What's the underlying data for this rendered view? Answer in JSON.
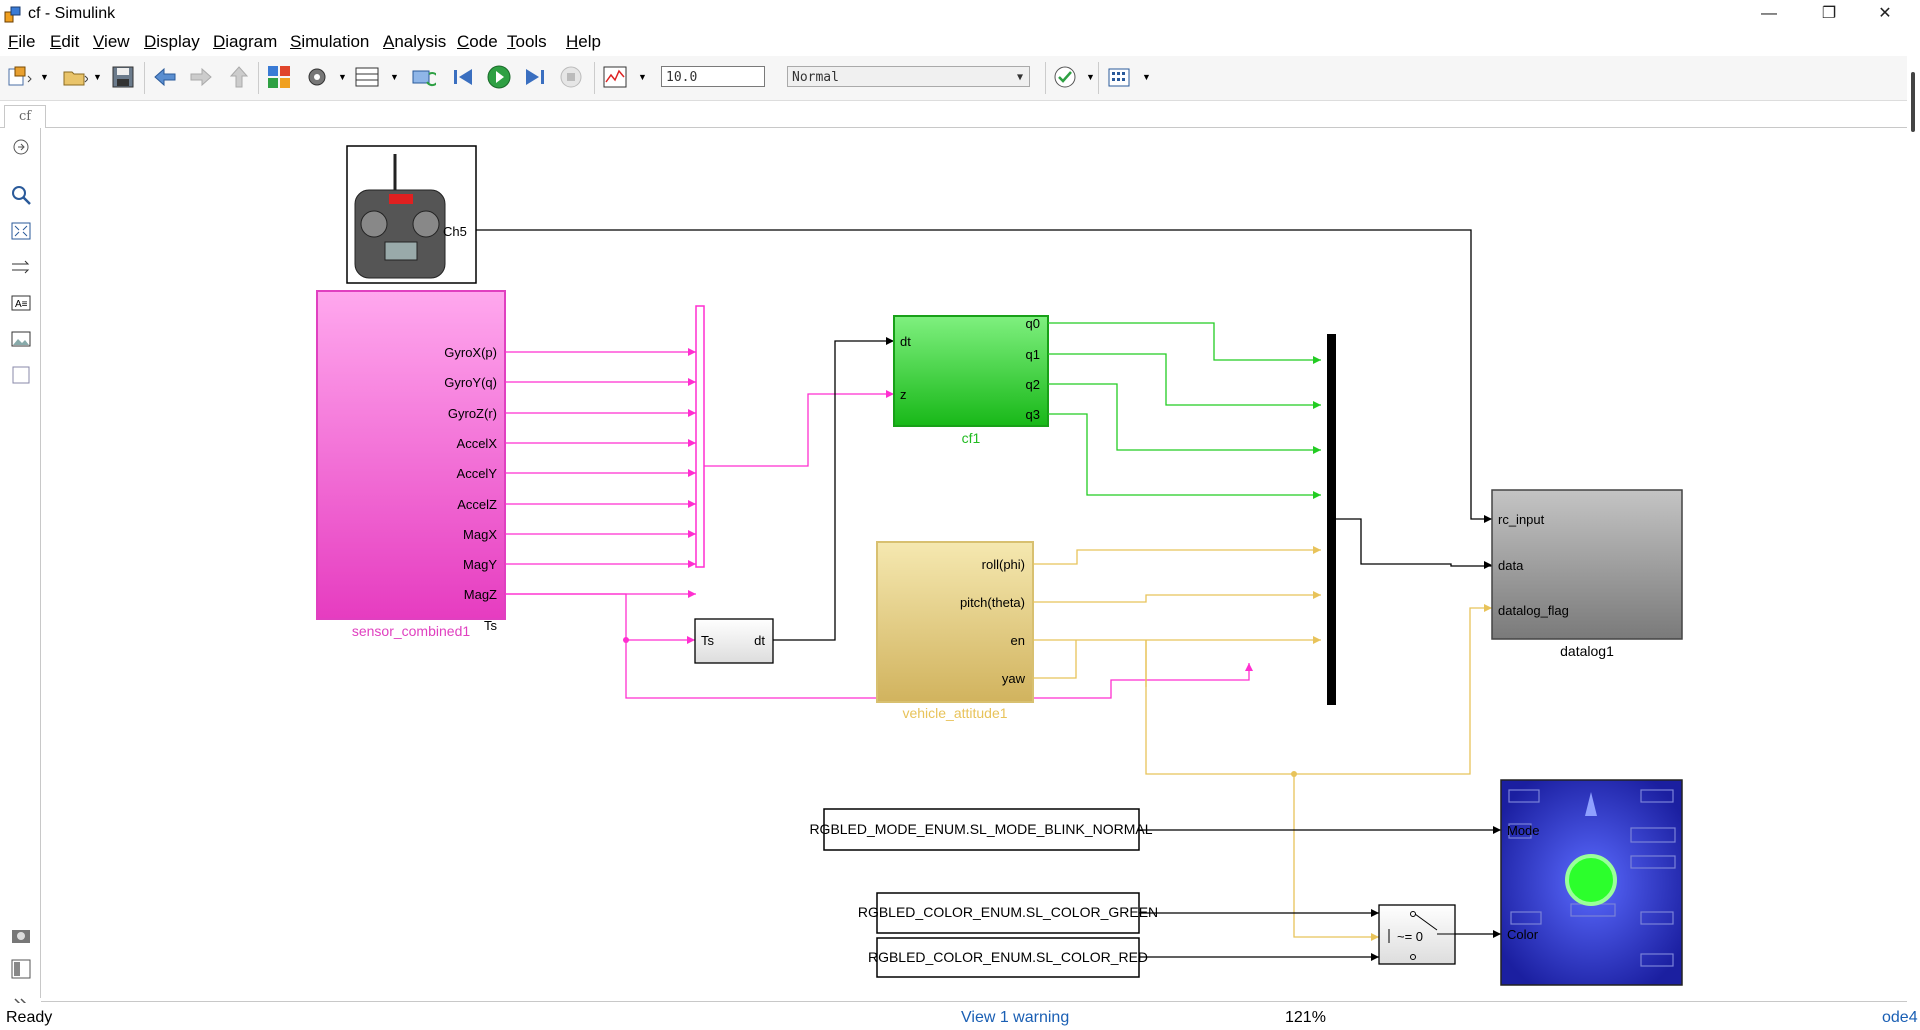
{
  "window": {
    "title": "cf - Simulink",
    "minimize": "—",
    "restore": "❐",
    "close": "✕"
  },
  "menu": [
    {
      "label": "File",
      "u": "F",
      "rest": "ile"
    },
    {
      "label": "Edit",
      "u": "E",
      "rest": "dit"
    },
    {
      "label": "View",
      "u": "V",
      "rest": "iew"
    },
    {
      "label": "Display",
      "u": "D",
      "rest": "isplay"
    },
    {
      "label": "Diagram",
      "u": "D",
      "rest": "iagram"
    },
    {
      "label": "Simulation",
      "u": "S",
      "rest": "imulation"
    },
    {
      "label": "Analysis",
      "u": "A",
      "rest": "nalysis"
    },
    {
      "label": "Code",
      "u": "C",
      "rest": "ode"
    },
    {
      "label": "Tools",
      "u": "T",
      "rest": "ools"
    },
    {
      "label": "Help",
      "u": "H",
      "rest": "elp"
    }
  ],
  "toolbar": {
    "stop_time": "10.0",
    "sim_mode": "Normal",
    "icons": [
      "new-model-icon",
      "open-icon",
      "save-icon",
      "back-icon",
      "forward-icon",
      "up-icon",
      "library-browser-icon",
      "model-config-icon",
      "model-explorer-icon",
      "update-icon",
      "step-back-icon",
      "run-icon",
      "step-forward-icon",
      "stop-icon",
      "data-inspector-icon",
      "model-advisor-icon",
      "build-icon"
    ]
  },
  "tab": {
    "label": "cf"
  },
  "palette_icons": [
    "hide-explorer-icon",
    "zoom-icon",
    "fit-view-icon",
    "arrow-icon",
    "annotation-icon",
    "image-icon",
    "area-icon",
    "screenshot-icon",
    "model-browser-icon",
    "expand-icon"
  ],
  "blocks": {
    "rc": {
      "port_out": "Ch5"
    },
    "sensor": {
      "name": "sensor_combined1",
      "ports": [
        "GyroX(p)",
        "GyroY(q)",
        "GyroZ(r)",
        "AccelX",
        "AccelY",
        "AccelZ",
        "MagX",
        "MagY",
        "MagZ",
        "Ts"
      ]
    },
    "cf1": {
      "name": "cf1",
      "in": [
        "dt",
        "z"
      ],
      "out": [
        "q0",
        "q1",
        "q2",
        "q3"
      ]
    },
    "ts": {
      "in": "Ts",
      "out": "dt"
    },
    "vehicle": {
      "name": "vehicle_attitude1",
      "ports": [
        "roll(phi)",
        "pitch(theta)",
        "en",
        "yaw"
      ]
    },
    "datalog": {
      "name": "datalog1",
      "ports": [
        "rc_input",
        "data",
        "datalog_flag"
      ]
    },
    "mode_const": "RGBLED_MODE_ENUM.SL_MODE_BLINK_NORMAL",
    "green_const": "RGBLED_COLOR_ENUM.SL_COLOR_GREEN",
    "red_const": "RGBLED_COLOR_ENUM.SL_COLOR_RED",
    "switch": "~= 0",
    "led": {
      "ports": [
        "Mode",
        "Color"
      ]
    }
  },
  "colors": {
    "magenta": "#ff2fd0",
    "green": "#22cc22",
    "yellow": "#e8c35a",
    "black": "#000000",
    "link": "#1a5fb4"
  },
  "status": {
    "left": "Ready",
    "warning": "View 1 warning",
    "zoom": "121%",
    "solver": "ode4"
  }
}
